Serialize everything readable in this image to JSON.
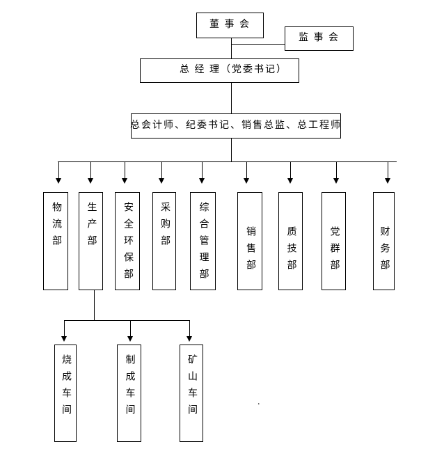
{
  "org_chart": {
    "top": {
      "board": "董 事 会",
      "supervisory": "监 事 会",
      "general_manager": "总 经 理（党委书记）",
      "staff_line": "总会计师、纪委书记、销售总监、总工程师"
    },
    "departments": [
      {
        "label": "物流部"
      },
      {
        "label": "生产部"
      },
      {
        "label": "安全环保部"
      },
      {
        "label": "采购部"
      },
      {
        "label": "综合管理部"
      },
      {
        "label": "销售部"
      },
      {
        "label": "质技部"
      },
      {
        "label": "党群部"
      },
      {
        "label": "财务部"
      }
    ],
    "workshops": [
      {
        "label": "烧成车间"
      },
      {
        "label": "制成车间"
      },
      {
        "label": "矿山车间"
      }
    ],
    "stray_mark": ".",
    "colors": {
      "background": "#ffffff",
      "line": "#000000",
      "box_border": "#000000",
      "text": "#000000"
    }
  }
}
